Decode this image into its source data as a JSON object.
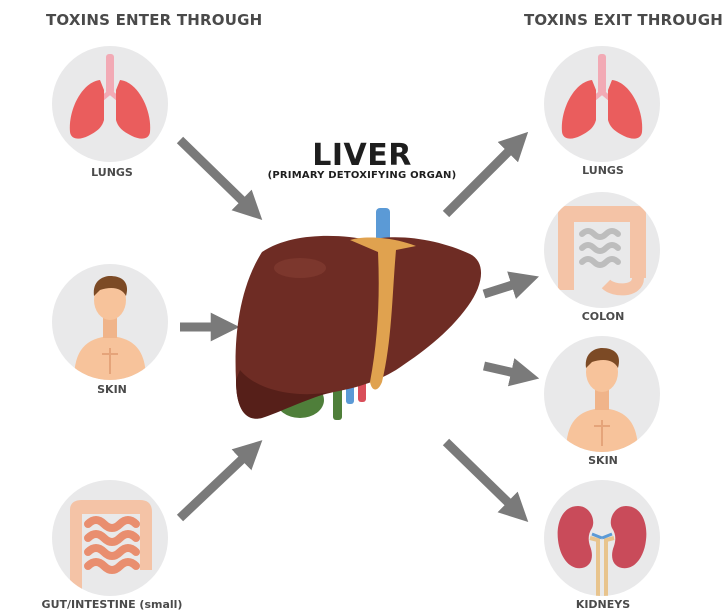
{
  "headings": {
    "enter": "TOXINS ENTER THROUGH",
    "exit": "TOXINS EXIT THROUGH"
  },
  "center": {
    "title": "LIVER",
    "subtitle": "(PRIMARY DETOXIFYING ORGAN)"
  },
  "entry_organs": [
    {
      "label": "LUNGS",
      "icon": "lungs-icon"
    },
    {
      "label": "SKIN",
      "icon": "human-torso-icon"
    },
    {
      "label": "GUT/INTESTINE (small)",
      "icon": "small-intestine-icon"
    }
  ],
  "exit_organs": [
    {
      "label": "LUNGS",
      "icon": "lungs-icon"
    },
    {
      "label": "COLON",
      "icon": "colon-icon"
    },
    {
      "label": "SKIN",
      "icon": "human-torso-icon"
    },
    {
      "label": "KIDNEYS",
      "icon": "kidneys-icon"
    }
  ],
  "colors": {
    "liver": "#6e2c24",
    "liver_shadow": "#561f19",
    "gallbladder": "#4f7f3a",
    "vein_blue": "#5b9ad6",
    "bile_duct": "#e0a24f",
    "lung": "#ea5d5d",
    "trachea": "#f2aab5",
    "skin": "#f7c39b",
    "hair": "#7c4a25",
    "intestine": "#e98e6f",
    "colon": "#f4c3a6",
    "kidney": "#c94b5a",
    "arrow": "#7a7a7a",
    "circle_bg": "#e9e9ea",
    "text": "#4a4a4a"
  }
}
